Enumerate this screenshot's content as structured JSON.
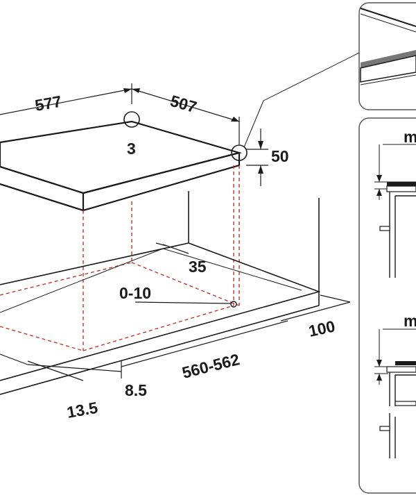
{
  "dimensions": {
    "width_577": "577",
    "depth_507": "507",
    "corner_radius_3": "3",
    "height_50": "50",
    "offset_35": "35",
    "range_0_10": "0-10",
    "rear_100": "100",
    "cutout_560_562": "560-562",
    "front_13_5": "13.5",
    "side_8_5": "8.5"
  },
  "detail_panels": {
    "label_top": "m",
    "label_bottom": "m"
  },
  "colors": {
    "line": "#1a1a1a",
    "hidden_edge": "#c0392b",
    "panel_border": "#555555"
  }
}
